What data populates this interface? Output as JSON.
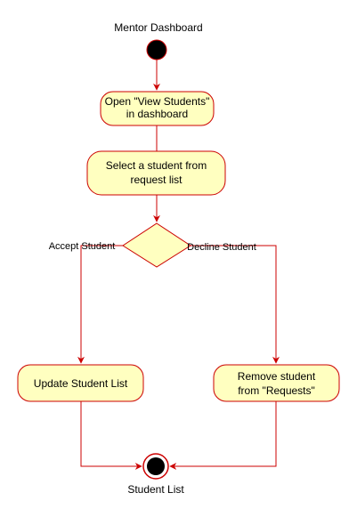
{
  "diagram": {
    "start_label": "Mentor Dashboard",
    "end_label": "Student List",
    "nodes": {
      "open_view_students": {
        "line1": "Open \"View Students\"",
        "line2": "in dashboard"
      },
      "select_student": {
        "line1": "Select a student from",
        "line2": "request list"
      },
      "update_student_list": {
        "line1": "Update Student List"
      },
      "remove_student": {
        "line1": "Remove student",
        "line2": "from \"Requests\""
      }
    },
    "edges": {
      "accept": "Accept Student",
      "decline": "Decline Student"
    }
  },
  "colors": {
    "stroke": "#cc0000",
    "fill": "#ffffc0",
    "node_dark": "#000000"
  }
}
